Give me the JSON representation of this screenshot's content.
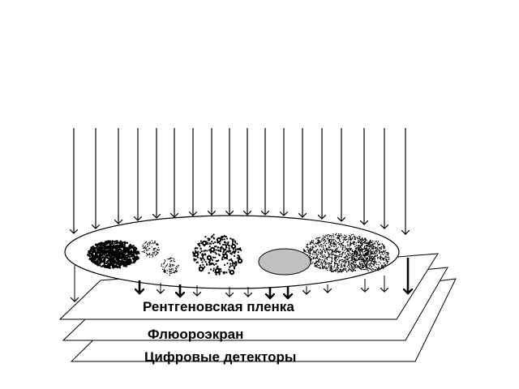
{
  "diagram": {
    "layers": [
      {
        "label": "Рентгеновская пленка"
      },
      {
        "label": "Флюороэкран"
      },
      {
        "label": "Цифровые детекторы"
      }
    ],
    "colors": {
      "stroke": "#000000",
      "background": "#ffffff",
      "dense_object": "#c0c0c0"
    }
  }
}
